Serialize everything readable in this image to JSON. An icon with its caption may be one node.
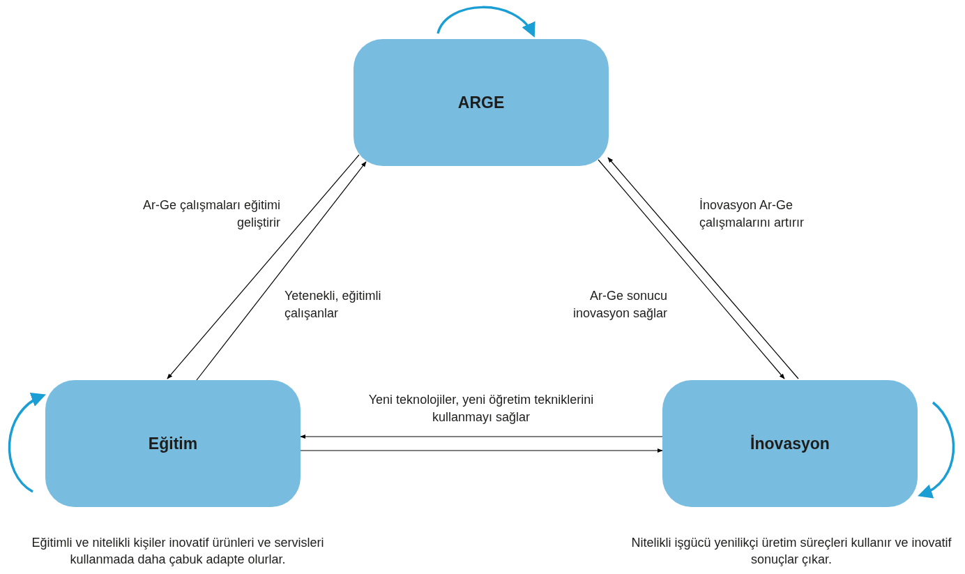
{
  "diagram": {
    "nodes": [
      {
        "text": [
          "ARGE"
        ]
      },
      {
        "text": [
          "Eğitim"
        ],
        "beside": [
          "Eğitimli ve nitelikli kişiler inovatif ürünleri ve servisleri kullanmada daha çabuk adapte olurlar."
        ]
      },
      {
        "text": [
          "İnovasyon"
        ],
        "beside": [
          "Nitelikli işgücü yenilikçi üretim süreçleri kullanır ve inovatif sonuçlar çıkar."
        ]
      }
    ],
    "edges": [
      {
        "from": 0,
        "to": 1,
        "arrow": "to",
        "label": "Ar-Ge çalışmaları eğitimi geliştirir"
      },
      {
        "from": 1,
        "to": 0,
        "arrow": "to",
        "label": "Yetenekli, eğitimli çalışanlar"
      },
      {
        "from": 0,
        "to": 2,
        "arrow": "to",
        "label": "Ar-Ge sonucu inovasyon sağlar"
      },
      {
        "from": 2,
        "to": 0,
        "arrow": "to",
        "label": "İnovasyon Ar-Ge çalışmalarını artırır"
      },
      {
        "from": 2,
        "to": 1,
        "arrow": "to",
        "label": "Yeni teknolojiler, yeni öğretim tekniklerini kullanmayı sağlar"
      },
      {
        "from": 1,
        "to": 2,
        "arrow": "to"
      },
      {
        "from": 0,
        "to": 0,
        "arrow": "to",
        "style": "thick",
        "color": "#1a9ed4"
      },
      {
        "from": 1,
        "to": 1,
        "arrow": "to",
        "style": "thick",
        "color": "#1a9ed4"
      },
      {
        "from": 2,
        "to": 2,
        "arrow": "to",
        "style": "thick",
        "color": "#1a9ed4"
      }
    ]
  }
}
